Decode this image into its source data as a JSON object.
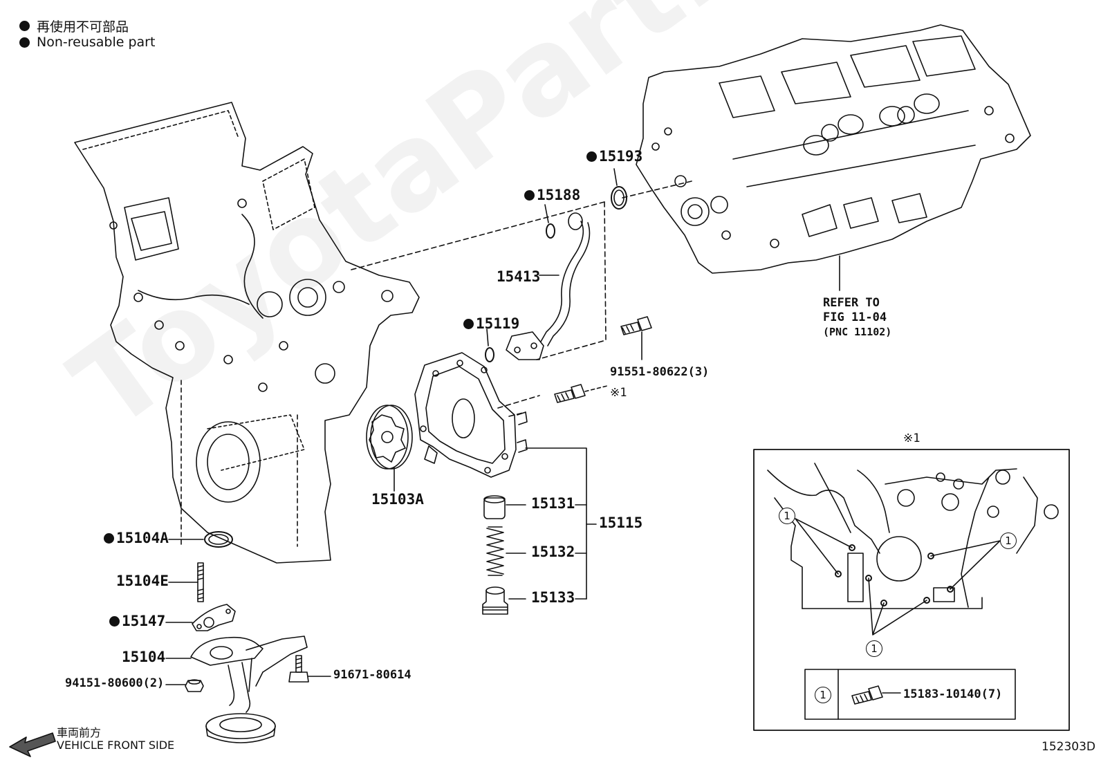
{
  "legend": {
    "japanese": "再使用不可部品",
    "english": "Non-reusable part"
  },
  "watermark": "ToyotaPartMall",
  "labels": {
    "p15193": "15193",
    "p15188": "15188",
    "p15413": "15413",
    "p15119": "15119",
    "p91551": "91551-80622(3)",
    "mark1": "※1",
    "p15103A": "15103A",
    "p15131": "15131",
    "p15132": "15132",
    "p15133": "15133",
    "p15115": "15115",
    "p15104A": "15104A",
    "p15104E": "15104E",
    "p15147": "15147",
    "p15104": "15104",
    "p94151": "94151-80600(2)",
    "p91671": "91671-80614"
  },
  "refer": {
    "line1": "REFER TO",
    "line2": "FIG 11-04",
    "line3": "(PNC 11102)"
  },
  "inset": {
    "title": "※1",
    "callout": "1",
    "table_key": "1",
    "table_part": "15183-10140(7)"
  },
  "front": {
    "japanese": "車両前方",
    "english": "VEHICLE FRONT SIDE"
  },
  "figure_id": "152303D"
}
